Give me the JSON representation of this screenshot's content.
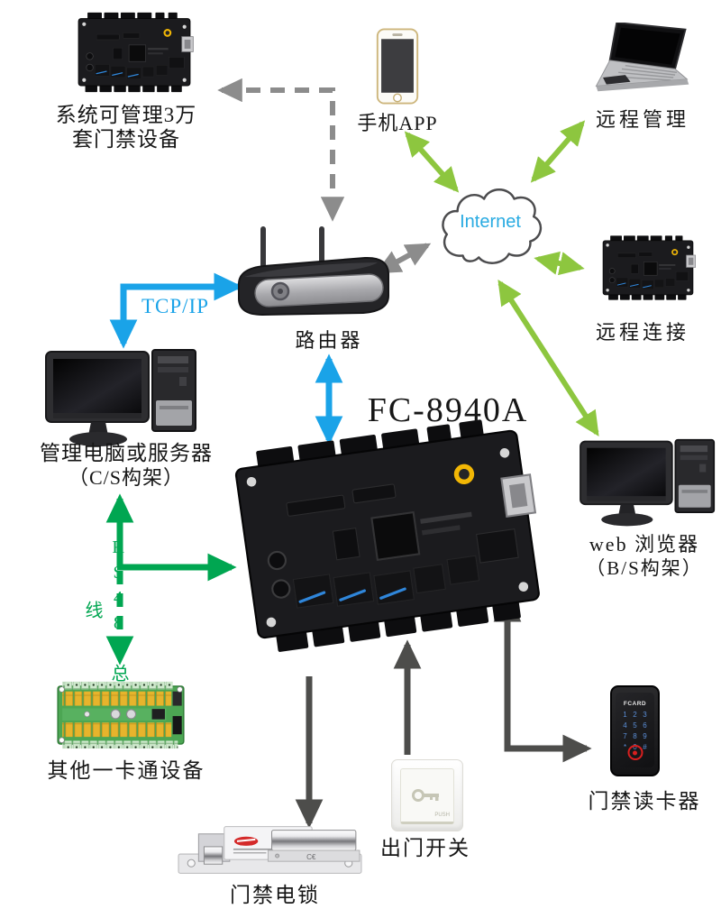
{
  "colors": {
    "gray_arrow": "#8C8C8C",
    "yellow_green_arrow": "#8DC63F",
    "blue_arrow": "#1AA3E8",
    "green_arrow": "#00A651",
    "dark_arrow": "#4D4D4B",
    "internet_label": "#29ABE2",
    "tcpip_label": "#1AA3E8",
    "rs485_label": "#00A651"
  },
  "nodes": {
    "managed_board": {
      "label_line1": "系统可管理3万",
      "label_line2": "套门禁设备"
    },
    "phone": {
      "label": "手机APP"
    },
    "remote_laptop": {
      "label": "远程管理"
    },
    "internet": {
      "label": "Internet"
    },
    "remote_board": {
      "label": "远程连接"
    },
    "router": {
      "label": "路由器"
    },
    "controller": {
      "model": "FC-8940A"
    },
    "mgmt_pc": {
      "label_line1": "管理电脑或服务器",
      "label_line2": "（C/S构架）"
    },
    "web_pc": {
      "label_line1": "web 浏览器",
      "label_line2": "（B/S构架）"
    },
    "other_devices": {
      "label": "其他一卡通设备"
    },
    "lock": {
      "label": "门禁电锁"
    },
    "exit_switch": {
      "label": "出门开关",
      "button_text": "PUSH"
    },
    "reader": {
      "label": "门禁读卡器",
      "brand": "FCARD",
      "keys": [
        "1",
        "2",
        "3",
        "4",
        "5",
        "6",
        "7",
        "8",
        "9",
        "*",
        "0",
        "#"
      ]
    }
  },
  "links": {
    "tcpip_label": "TCP/IP",
    "rs485_label": "RS485总线"
  }
}
